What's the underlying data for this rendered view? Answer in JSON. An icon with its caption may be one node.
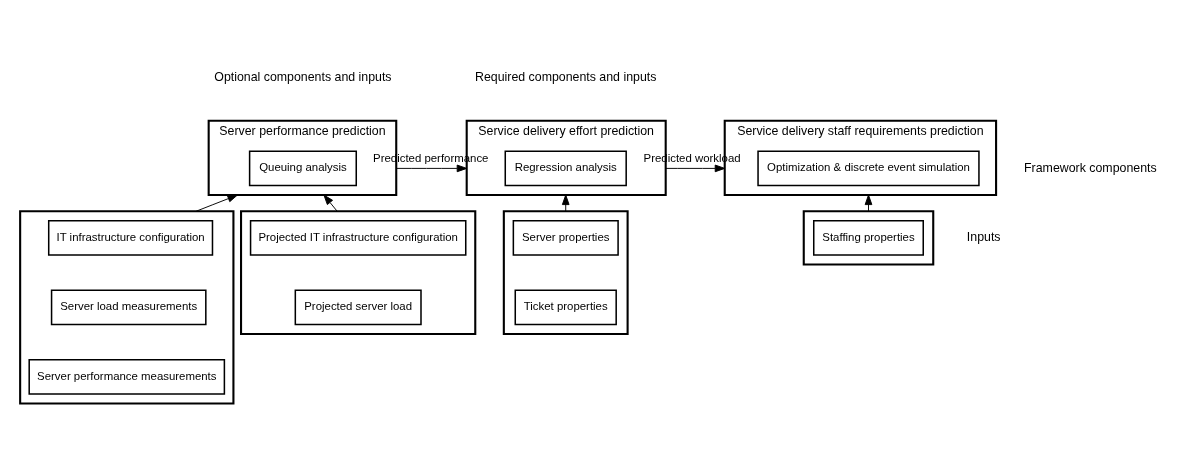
{
  "diagram": {
    "nodes": [
      {
        "text": [
          "Server performance prediction"
        ]
      },
      {
        "text": [
          "Queuing analysis"
        ],
        "in": 0
      },
      {
        "text": [
          "Service delivery effort prediction"
        ]
      },
      {
        "text": [
          "Regression analysis"
        ],
        "in": 2
      },
      {
        "text": [
          "Service delivery staff requirements prediction"
        ]
      },
      {
        "text": [
          "Optimization & discrete event simulation"
        ],
        "in": 4
      },
      {
        "text": [],
        "shape": "box"
      },
      {
        "text": [
          "IT infrastructure configuration"
        ],
        "in": 6
      },
      {
        "text": [
          "Server load measurements"
        ],
        "in": 6
      },
      {
        "text": [
          "Server performance measurements"
        ],
        "in": 6
      },
      {
        "text": [],
        "shape": "box"
      },
      {
        "text": [
          "Projected IT infrastructure configuration"
        ],
        "in": 10
      },
      {
        "text": [
          "Projected server load"
        ],
        "in": 10
      },
      {
        "text": [],
        "shape": "box"
      },
      {
        "text": [
          "Server properties"
        ],
        "in": 13
      },
      {
        "text": [
          "Ticket properties"
        ],
        "in": 13
      },
      {
        "text": [],
        "shape": "box"
      },
      {
        "text": [
          "Staffing properties"
        ],
        "in": 16
      }
    ],
    "edges": [
      {
        "from": 6,
        "to": 0,
        "arrow": "to"
      },
      {
        "from": 10,
        "to": 0,
        "arrow": "to"
      },
      {
        "from": 0,
        "to": 2,
        "arrow": "to",
        "label": "Predicted performance"
      },
      {
        "from": 13,
        "to": 2,
        "arrow": "to"
      },
      {
        "from": 2,
        "to": 4,
        "arrow": "to",
        "label": "Predicted workload"
      },
      {
        "from": 16,
        "to": 4,
        "arrow": "to"
      }
    ],
    "labels": [
      "Optional components and inputs",
      "Required components and inputs",
      "Framework components",
      "Inputs"
    ]
  }
}
